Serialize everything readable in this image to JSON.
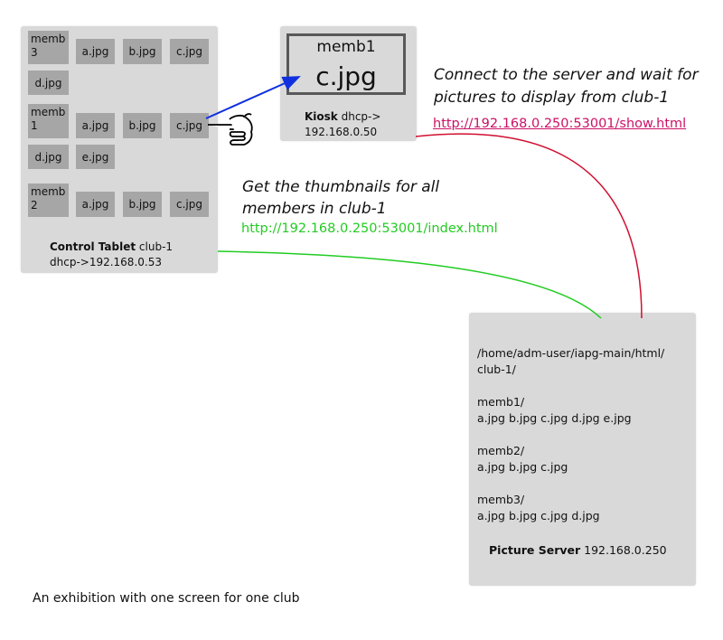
{
  "tablet": {
    "rows": [
      {
        "member": "memb\n3",
        "files": [
          "a.jpg",
          "b.jpg",
          "c.jpg",
          "d.jpg"
        ]
      },
      {
        "member": "memb\n1",
        "files": [
          "a.jpg",
          "b.jpg",
          "c.jpg",
          "d.jpg",
          "e.jpg"
        ]
      },
      {
        "member": "memb\n2",
        "files": [
          "a.jpg",
          "b.jpg",
          "c.jpg"
        ]
      }
    ],
    "title_bold": "Control Tablet",
    "title_rest": " club-1",
    "address": "dhcp->192.168.0.53"
  },
  "kiosk": {
    "member": "memb1",
    "file": "c.jpg",
    "label_bold": "Kiosk",
    "label_rest": " dhcp->",
    "address": "192.168.0.50"
  },
  "server": {
    "lines": [
      "/home/adm-user/iapg-main/html/",
      "club-1/",
      "",
      "memb1/",
      "a.jpg b.jpg c.jpg d.jpg e.jpg",
      "",
      "memb2/",
      "a.jpg b.jpg c.jpg",
      "",
      "memb3/",
      "a.jpg b.jpg c.jpg d.jpg"
    ],
    "label_bold": "Picture Server",
    "label_rest": " 192.168.0.250"
  },
  "notes": {
    "kiosk_note_1": "Connect to the server and wait for",
    "kiosk_note_2": "pictures to display from club-1",
    "kiosk_url": "http://192.168.0.250:53001/show.html",
    "tablet_note_1": "Get the thumbnails for all",
    "tablet_note_2": "members in club-1",
    "tablet_url": "http://192.168.0.250:53001/index.html"
  },
  "caption": "An exhibition with one screen for one club",
  "colors": {
    "panel": "#d9d9d9",
    "tile": "#a6a6a6",
    "arrow": "#1030e0",
    "red_link": "#cc1166",
    "green_link": "#22cc22"
  },
  "icons": [
    "pointing-hand-icon",
    "arrow-icon"
  ]
}
